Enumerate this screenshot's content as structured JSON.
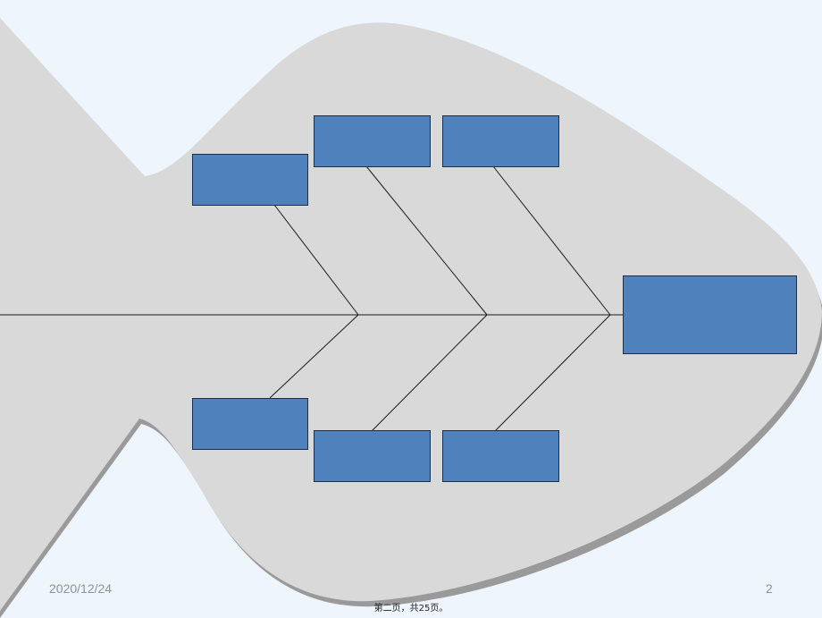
{
  "slide": {
    "background_color": "#eef5fd",
    "fish_color": "#d9d9d9",
    "fish_shadow_color": "#9a9a9a",
    "box_color": "#4f81bd",
    "line_color": "#1a1a1a"
  },
  "diagram": {
    "type": "fishbone",
    "head_box": {
      "label": ""
    },
    "cause_boxes": [
      {
        "label": ""
      },
      {
        "label": ""
      },
      {
        "label": ""
      },
      {
        "label": ""
      },
      {
        "label": ""
      },
      {
        "label": ""
      }
    ]
  },
  "footer": {
    "date": "2020/12/24",
    "page_number": "2",
    "caption": "第二页，共25页。"
  }
}
